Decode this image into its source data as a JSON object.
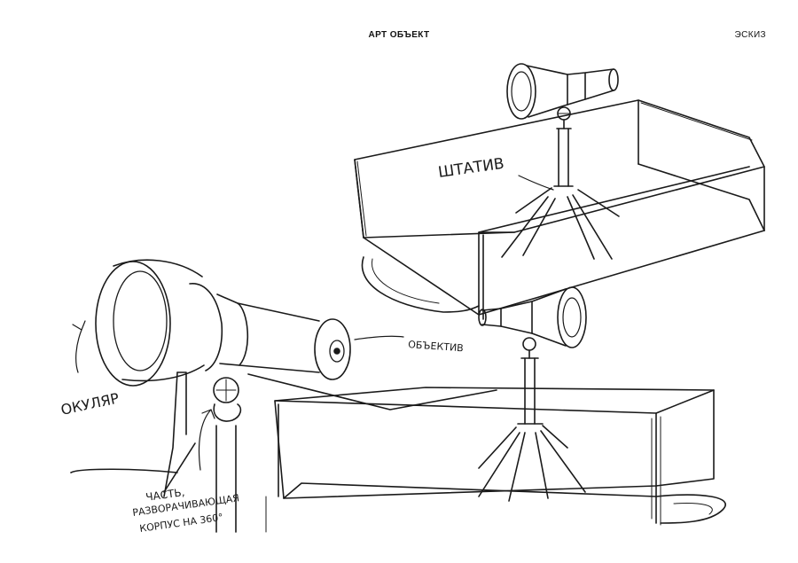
{
  "header": {
    "title": "АРТ ОБЪЕКТ",
    "tag": "ЭСКИЗ"
  },
  "labels": {
    "tripod": "ШТАТИВ",
    "objective": "ОБЪЕКТИВ",
    "eyepiece": "ОКУЛЯР",
    "part_line1": "ЧАСТЬ,",
    "part_line2": "РАЗВОРАЧИВАЮЩАЯ",
    "part_line3": "КОРПУС НА 360°"
  },
  "style": {
    "ink": "#1a1a1a",
    "paper": "#ffffff"
  }
}
